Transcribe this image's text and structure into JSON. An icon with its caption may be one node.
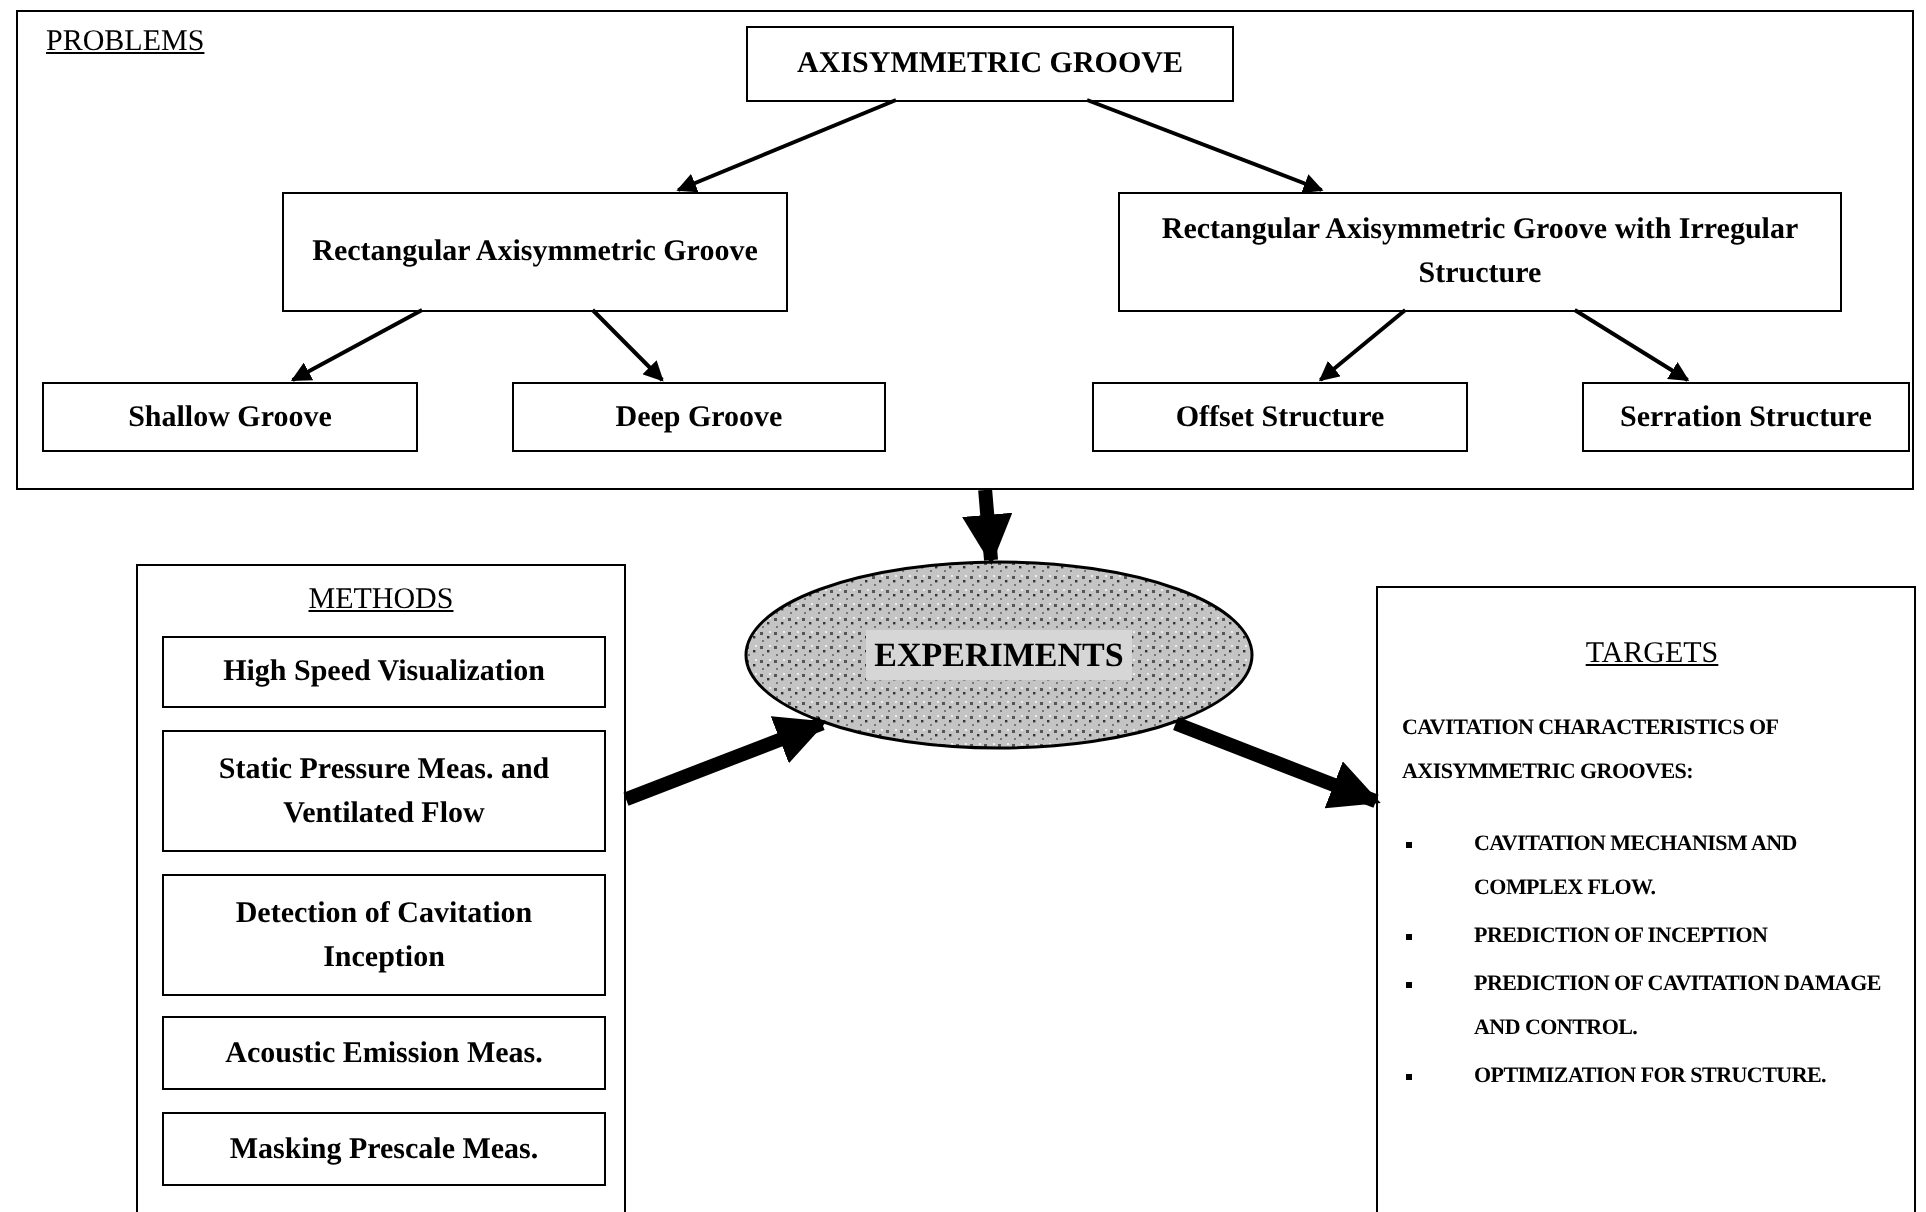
{
  "diagram": {
    "nodes": [
      {
        "text": [
          "PROBLEMS"
        ]
      },
      {
        "text": [
          "AXISYMMETRIC GROOVE"
        ],
        "in": 0
      },
      {
        "text": [
          "Rectangular Axisymmetric Groove"
        ],
        "in": 0
      },
      {
        "text": [
          "Rectangular Axisymmetric Groove with Irregular Structure"
        ],
        "in": 0
      },
      {
        "text": [
          "Shallow Groove"
        ],
        "in": 0
      },
      {
        "text": [
          "Deep Groove"
        ],
        "in": 0
      },
      {
        "text": [
          "Offset Structure"
        ],
        "in": 0
      },
      {
        "text": [
          "Serration Structure"
        ],
        "in": 0
      },
      {
        "text": [
          "METHODS"
        ]
      },
      {
        "text": [
          "High Speed Visualization"
        ],
        "in": 8
      },
      {
        "text": [
          "Static Pressure Meas. and Ventilated Flow"
        ],
        "in": 8
      },
      {
        "text": [
          "Detection of Cavitation Inception"
        ],
        "in": 8
      },
      {
        "text": [
          "Acoustic Emission Meas."
        ],
        "in": 8
      },
      {
        "text": [
          "Masking Prescale Meas."
        ],
        "in": 8
      },
      {
        "text": [
          "EXPERIMENTS"
        ]
      },
      {
        "text": [
          "TARGETS",
          "CAVITATION CHARACTERISTICS OF AXISYMMETRIC GROOVES:",
          "CAVITATION MECHANISM AND COMPLEX FLOW.",
          "PREDICTION OF INCEPTION",
          "PREDICTION OF CAVITATION DAMAGE AND CONTROL.",
          "OPTIMIZATION FOR STRUCTURE."
        ]
      }
    ],
    "edges": [
      {
        "from": 1,
        "to": 2,
        "arrow": "to"
      },
      {
        "from": 1,
        "to": 3,
        "arrow": "to"
      },
      {
        "from": 2,
        "to": 4,
        "arrow": "to"
      },
      {
        "from": 2,
        "to": 5,
        "arrow": "to"
      },
      {
        "from": 3,
        "to": 6,
        "arrow": "to"
      },
      {
        "from": 3,
        "to": 7,
        "arrow": "to"
      },
      {
        "from": 0,
        "to": 14,
        "arrow": "to",
        "style": "thick"
      },
      {
        "from": 8,
        "to": 14,
        "arrow": "to",
        "style": "thick"
      },
      {
        "from": 14,
        "to": 15,
        "arrow": "to",
        "style": "thick"
      }
    ]
  }
}
